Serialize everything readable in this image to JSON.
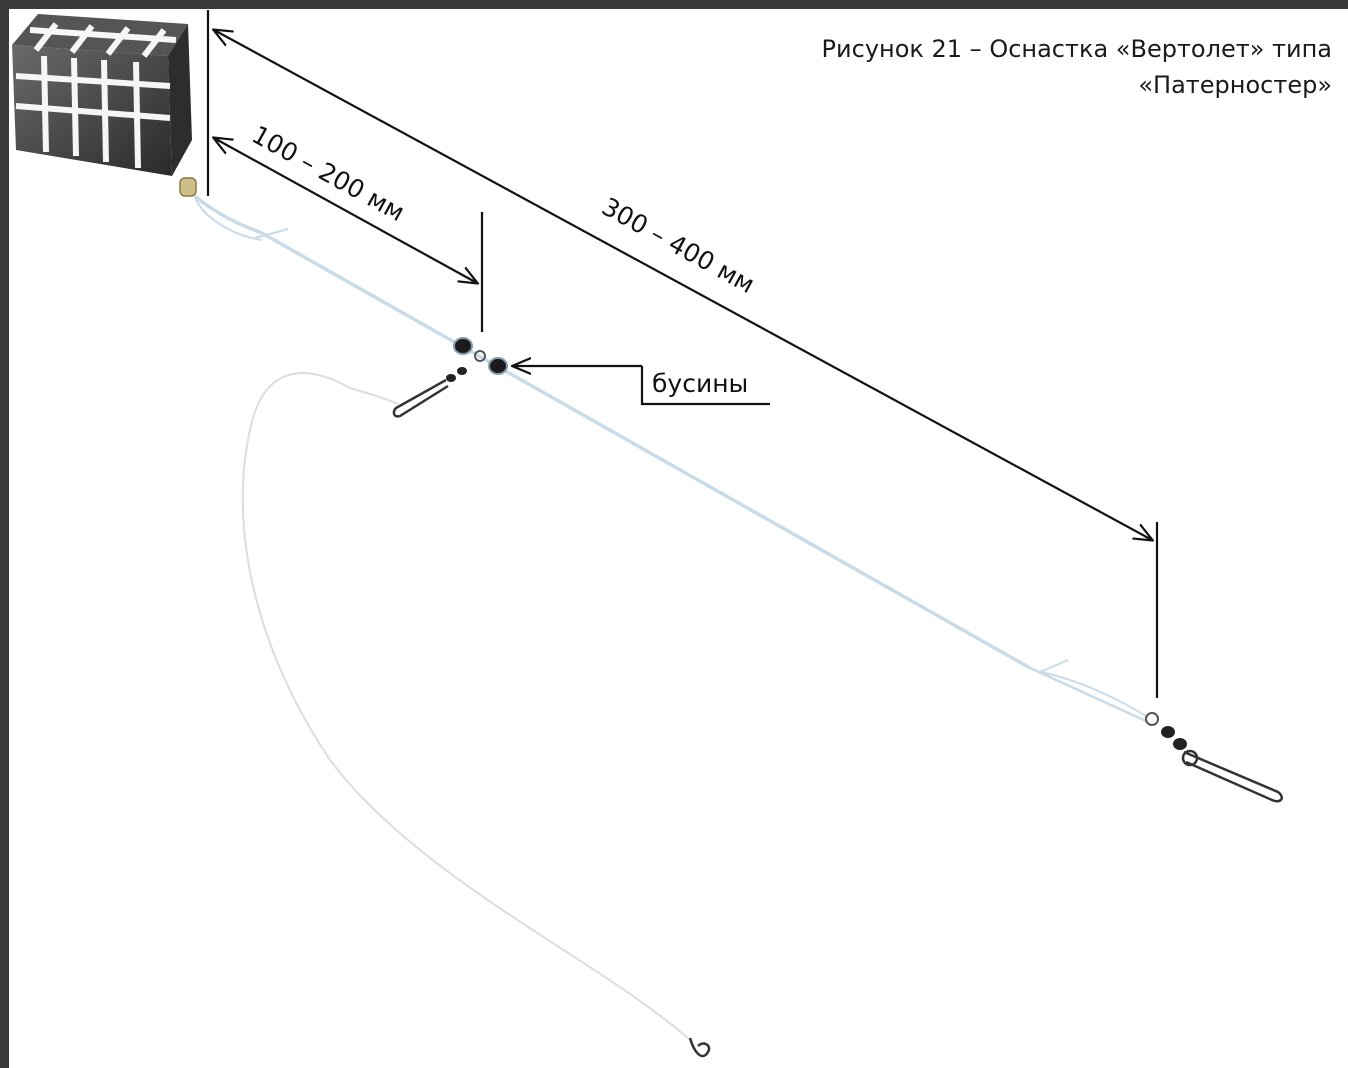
{
  "caption": {
    "line1": "Рисунок 21 – Оснастка «Вертолет» типа",
    "line2": "«Патерностер»"
  },
  "dimensions": {
    "short_label": "100 – 200 мм",
    "long_label": "300 – 400 мм"
  },
  "callout": {
    "beads_label": "бусины"
  },
  "colors": {
    "frame": "#3a3a3a",
    "background": "#ffffff",
    "line": "#111111",
    "fishing_line": "#c9dbe8",
    "feeder": "#3b3b3b"
  },
  "icons": [
    "feeder-cage-icon",
    "bead-icon",
    "swivel-icon",
    "snap-clip-icon",
    "hook-icon"
  ]
}
